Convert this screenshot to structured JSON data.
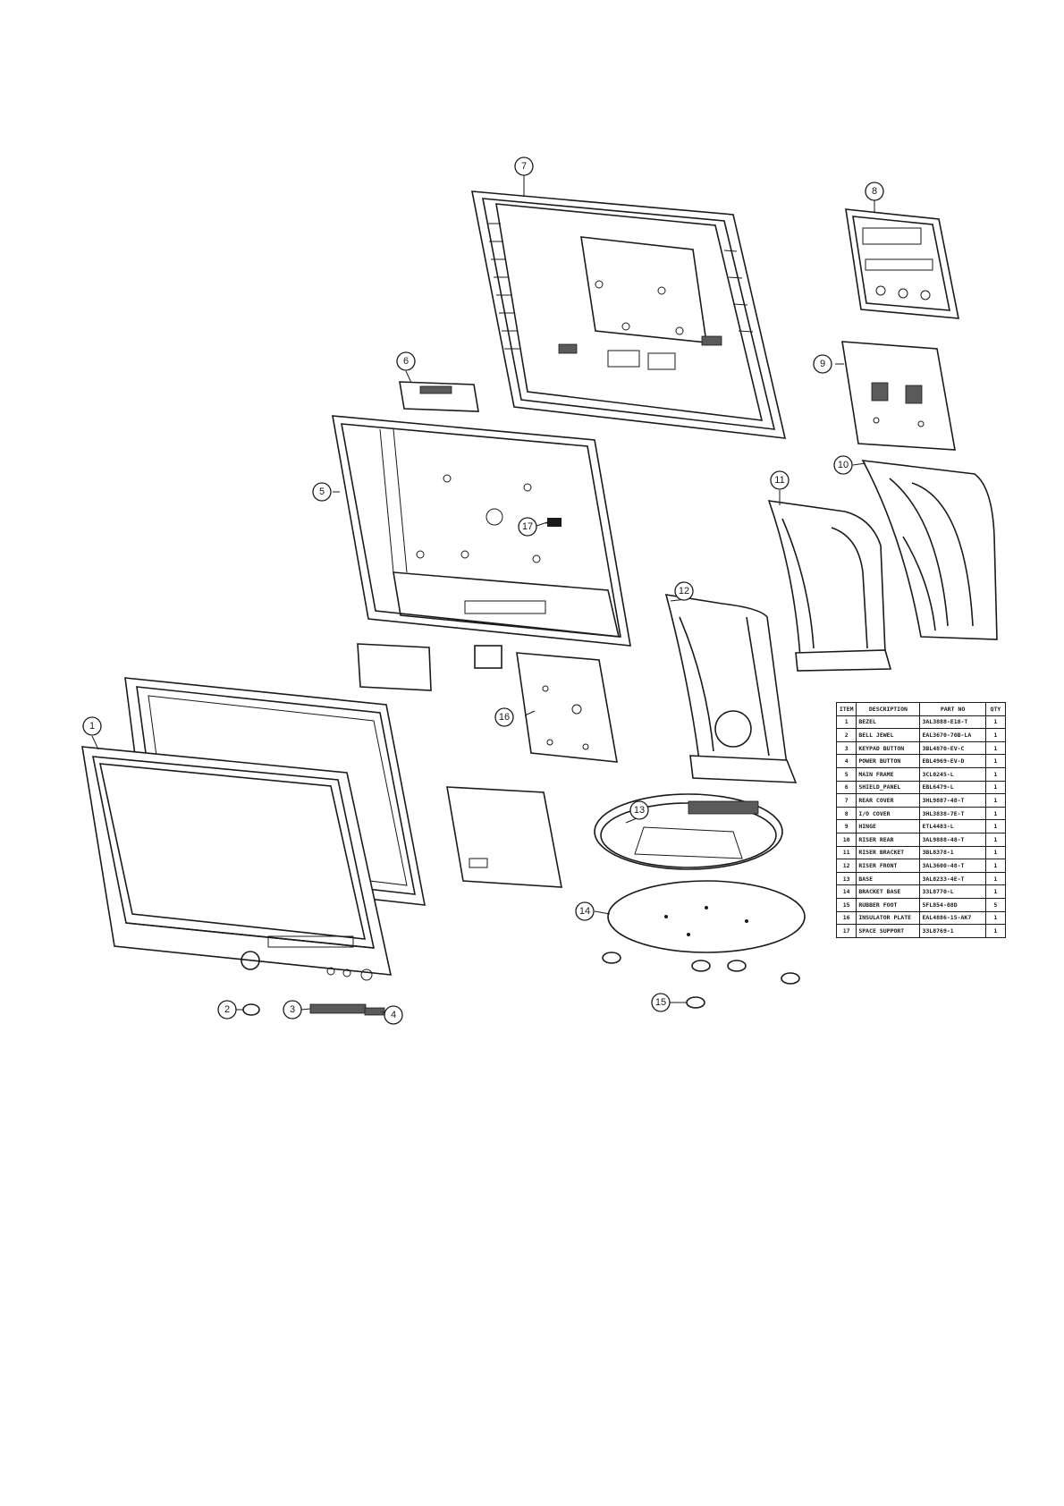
{
  "diagram": {
    "panel_label": "panel",
    "callouts": [
      "1",
      "2",
      "3",
      "4",
      "5",
      "6",
      "7",
      "8",
      "9",
      "10",
      "11",
      "12",
      "13",
      "14",
      "15",
      "16",
      "17"
    ]
  },
  "parts_table": {
    "headers": [
      "ITEM",
      "DESCRIPTION",
      "PART NO",
      "QTY"
    ],
    "rows": [
      {
        "item": "1",
        "description": "BEZEL",
        "part_no": "3AL3888-E18-T",
        "qty": "1"
      },
      {
        "item": "2",
        "description": "BELL JEWEL",
        "part_no": "EAL3670-70B-LA",
        "qty": "1"
      },
      {
        "item": "3",
        "description": "KEYPAD BUTTON",
        "part_no": "3BL4870-EV-C",
        "qty": "1"
      },
      {
        "item": "4",
        "description": "POWER BUTTON",
        "part_no": "EBL4969-EV-D",
        "qty": "1"
      },
      {
        "item": "5",
        "description": "MAIN FRAME",
        "part_no": "3CL0245-L",
        "qty": "1"
      },
      {
        "item": "6",
        "description": "SHIELD_PANEL",
        "part_no": "EBL6479-L",
        "qty": "1"
      },
      {
        "item": "7",
        "description": "REAR COVER",
        "part_no": "3HL9887-48-T",
        "qty": "1"
      },
      {
        "item": "8",
        "description": "I/O COVER",
        "part_no": "3HL3838-7E-T",
        "qty": "1"
      },
      {
        "item": "9",
        "description": "HINGE",
        "part_no": "ETL4483-L",
        "qty": "1"
      },
      {
        "item": "10",
        "description": "RISER REAR",
        "part_no": "3AL9888-48-T",
        "qty": "1"
      },
      {
        "item": "11",
        "description": "RISER BRACKET",
        "part_no": "3BL8378-1",
        "qty": "1"
      },
      {
        "item": "12",
        "description": "RISER FRONT",
        "part_no": "3AL3600-48-T",
        "qty": "1"
      },
      {
        "item": "13",
        "description": "BASE",
        "part_no": "3AL8233-4E-T",
        "qty": "1"
      },
      {
        "item": "14",
        "description": "BRACKET BASE",
        "part_no": "33L8770-L",
        "qty": "1"
      },
      {
        "item": "15",
        "description": "RUBBER FOOT",
        "part_no": "5FL854-08D",
        "qty": "5"
      },
      {
        "item": "16",
        "description": "INSULATOR PLATE",
        "part_no": "EAL4886-15-AK7",
        "qty": "1"
      },
      {
        "item": "17",
        "description": "SPACE SUPPORT",
        "part_no": "33L8769-1",
        "qty": "1"
      }
    ]
  }
}
